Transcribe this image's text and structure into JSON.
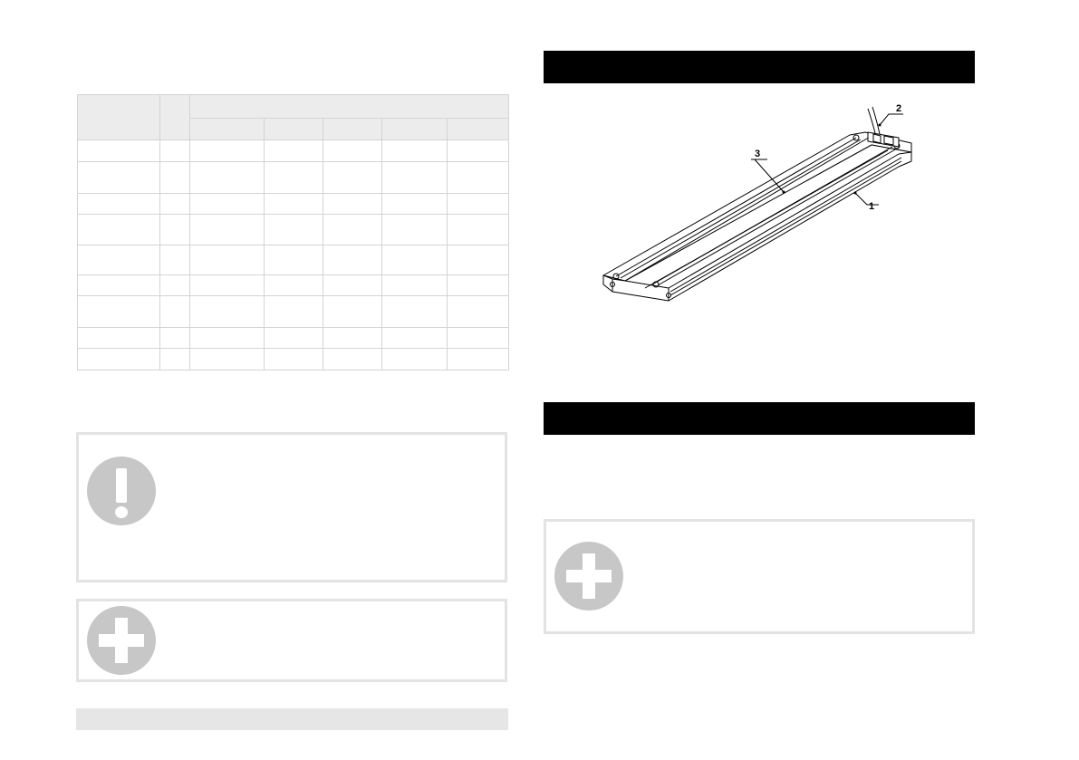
{
  "diagram": {
    "callouts": {
      "c1": "1",
      "c2": "2",
      "c3": "3"
    }
  },
  "icons": {
    "warning": "exclamation-icon",
    "info": "plus-icon"
  }
}
